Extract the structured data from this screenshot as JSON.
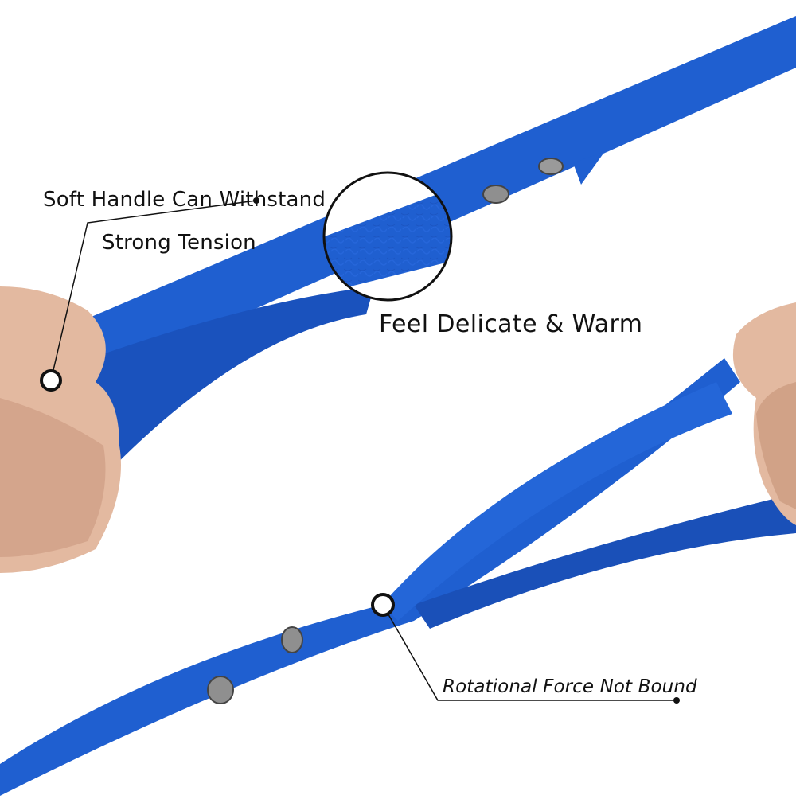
{
  "callouts": {
    "handle_line1": "Soft Handle Can Withstand",
    "handle_line2": "Strong Tension",
    "texture": "Feel Delicate & Warm",
    "rotation": "Rotational Force Not Bound"
  },
  "colors": {
    "strap": "#1f5fd0",
    "strap_dark": "#1848a8",
    "skin": "#e3b9a0",
    "rivet": "#9a9a9a",
    "text": "#111111"
  }
}
